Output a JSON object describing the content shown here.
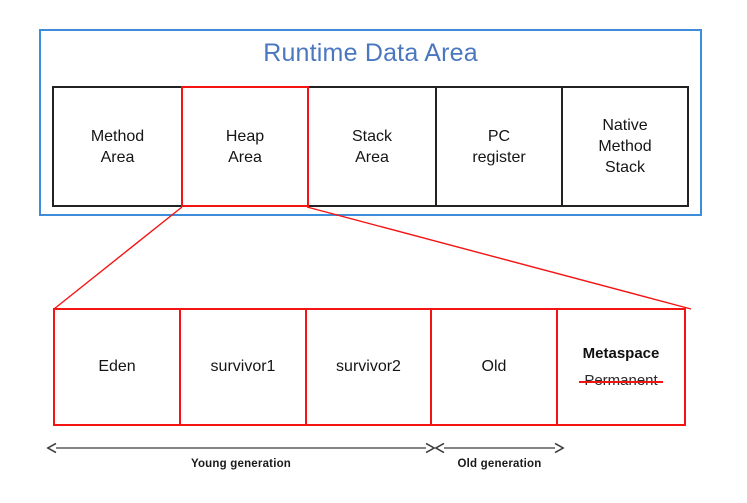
{
  "diagram": {
    "title": "Runtime Data Area",
    "accent_blue": "#4a77c0",
    "frame_blue": "#3d8ddb",
    "highlight_red": "#f51414",
    "cell_black": "#222222"
  },
  "runtime_data_area": {
    "title": "Runtime Data Area",
    "cells": [
      {
        "label": "Method\nArea",
        "line1": "Method",
        "line2": "Area",
        "line3": "",
        "highlighted": false
      },
      {
        "label": "Heap\nArea",
        "line1": "Heap",
        "line2": "Area",
        "line3": "",
        "highlighted": true
      },
      {
        "label": "Stack\nArea",
        "line1": "Stack",
        "line2": "Area",
        "line3": "",
        "highlighted": false
      },
      {
        "label": "PC\nregister",
        "line1": "PC",
        "line2": "register",
        "line3": "",
        "highlighted": false
      },
      {
        "label": "Native\nMethod\nStack",
        "line1": "Native",
        "line2": "Method",
        "line3": "Stack",
        "highlighted": false
      }
    ]
  },
  "heap_detail": {
    "cells": [
      {
        "label": "Eden",
        "strikethrough_label": ""
      },
      {
        "label": "survivor1",
        "strikethrough_label": ""
      },
      {
        "label": "survivor2",
        "strikethrough_label": ""
      },
      {
        "label": "Old",
        "strikethrough_label": ""
      },
      {
        "label": "Metaspace",
        "strikethrough_label": "Permanent"
      }
    ],
    "spans": [
      {
        "name": "Young generation",
        "covers": [
          "Eden",
          "survivor1",
          "survivor2"
        ]
      },
      {
        "name": "Old generation",
        "covers": [
          "Old"
        ]
      }
    ]
  }
}
